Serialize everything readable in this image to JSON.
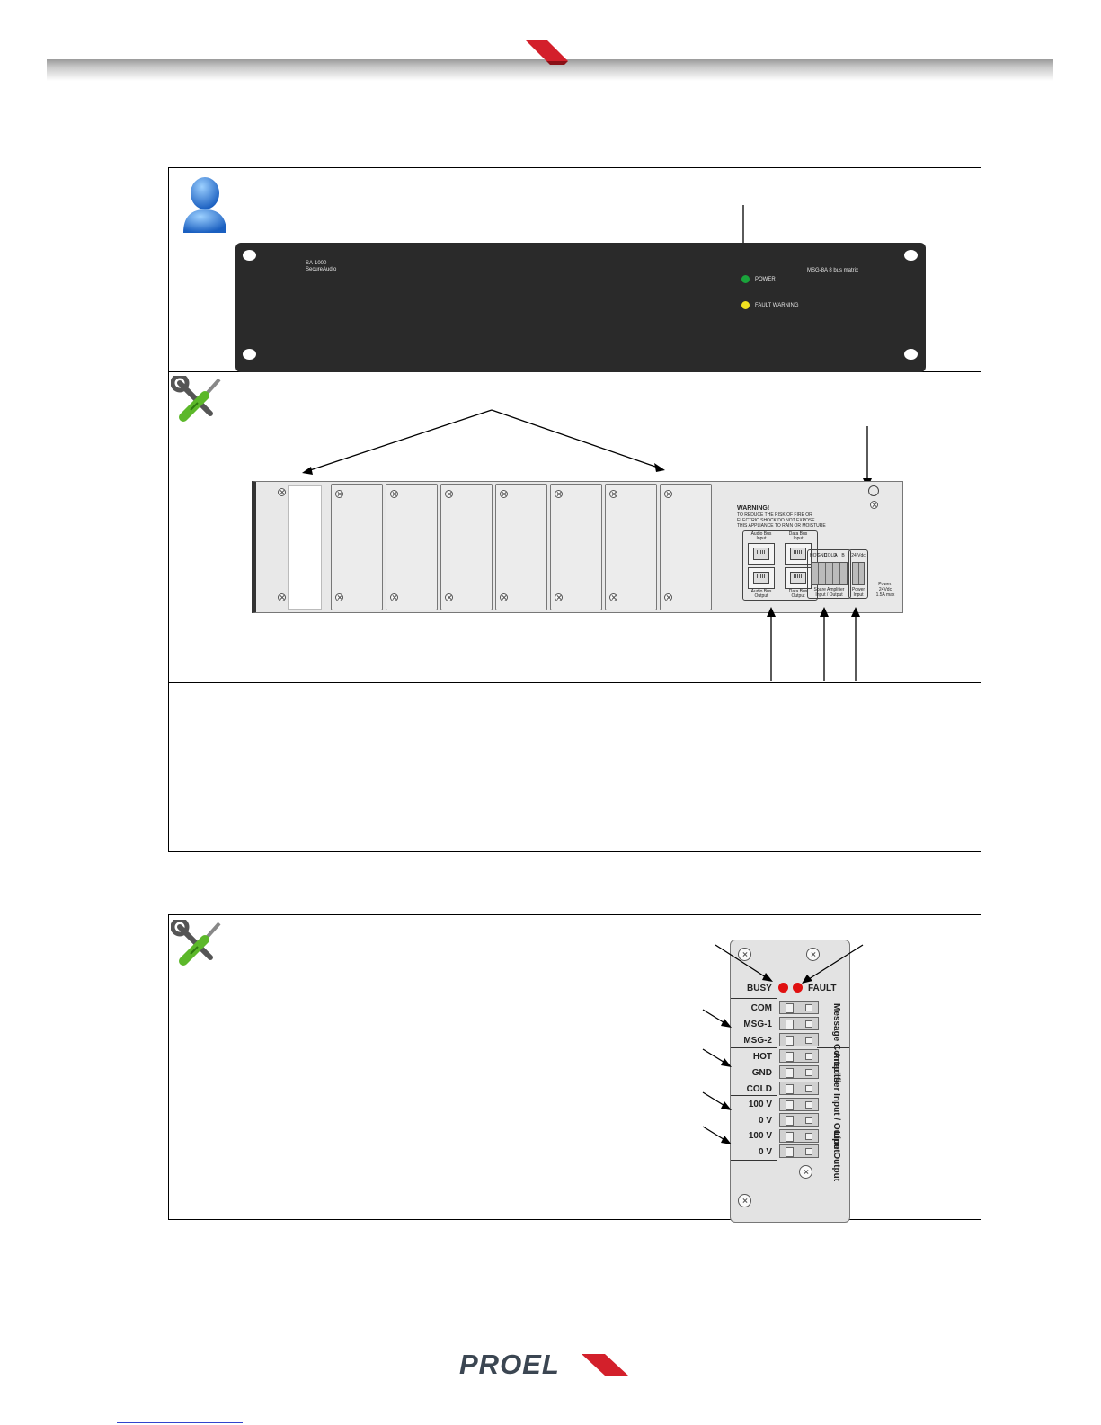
{
  "front_panel": {
    "model": "SA-1000",
    "brand": "SecureAudio",
    "module_name": "MSG-8A 8 bus matrix",
    "leds": [
      {
        "label": "POWER",
        "color": "#1aa33b"
      },
      {
        "label": "FAULT WARNING",
        "color": "#f0e020"
      }
    ]
  },
  "rear_panel": {
    "warning": {
      "title": "WARNING!",
      "lines": [
        "TO REDUCE THE RISK OF FIRE OR",
        "ELECTRIC SHOCK DO NOT EXPOSE",
        "THIS APPLIANCE TO RAIN OR MOISTURE"
      ]
    },
    "audio_bus_input": [
      "Audio Bus",
      "Input"
    ],
    "data_bus_input": [
      "Data Bus",
      "Input"
    ],
    "audio_bus_output": [
      "Audio Bus",
      "Output"
    ],
    "data_bus_output": [
      "Data Bus",
      "Output"
    ],
    "spare_amp_pins": [
      "HOT",
      "GND",
      "COLD",
      "A",
      "B"
    ],
    "spare_amp_label": [
      "Spare Amplifier",
      "Input / Output"
    ],
    "power_voltage": "24 Vdc",
    "power_label": [
      "Power",
      "Input"
    ],
    "power_spec": [
      "Power:",
      "24Vdc",
      "1.5A max"
    ]
  },
  "module": {
    "busy": "BUSY",
    "fault": "FAULT",
    "terminals": [
      "COM",
      "MSG-1",
      "MSG-2",
      "HOT",
      "GND",
      "COLD",
      "100 V",
      "0 V",
      "100 V",
      "0 V"
    ],
    "groups": [
      "Message Contacts",
      "Amplifier Input / Output",
      "Line Output"
    ]
  },
  "footer": {
    "logo": "PROEL",
    "brand_color": "#d3202b"
  },
  "icons": [
    "user-icon",
    "tools-icon"
  ]
}
